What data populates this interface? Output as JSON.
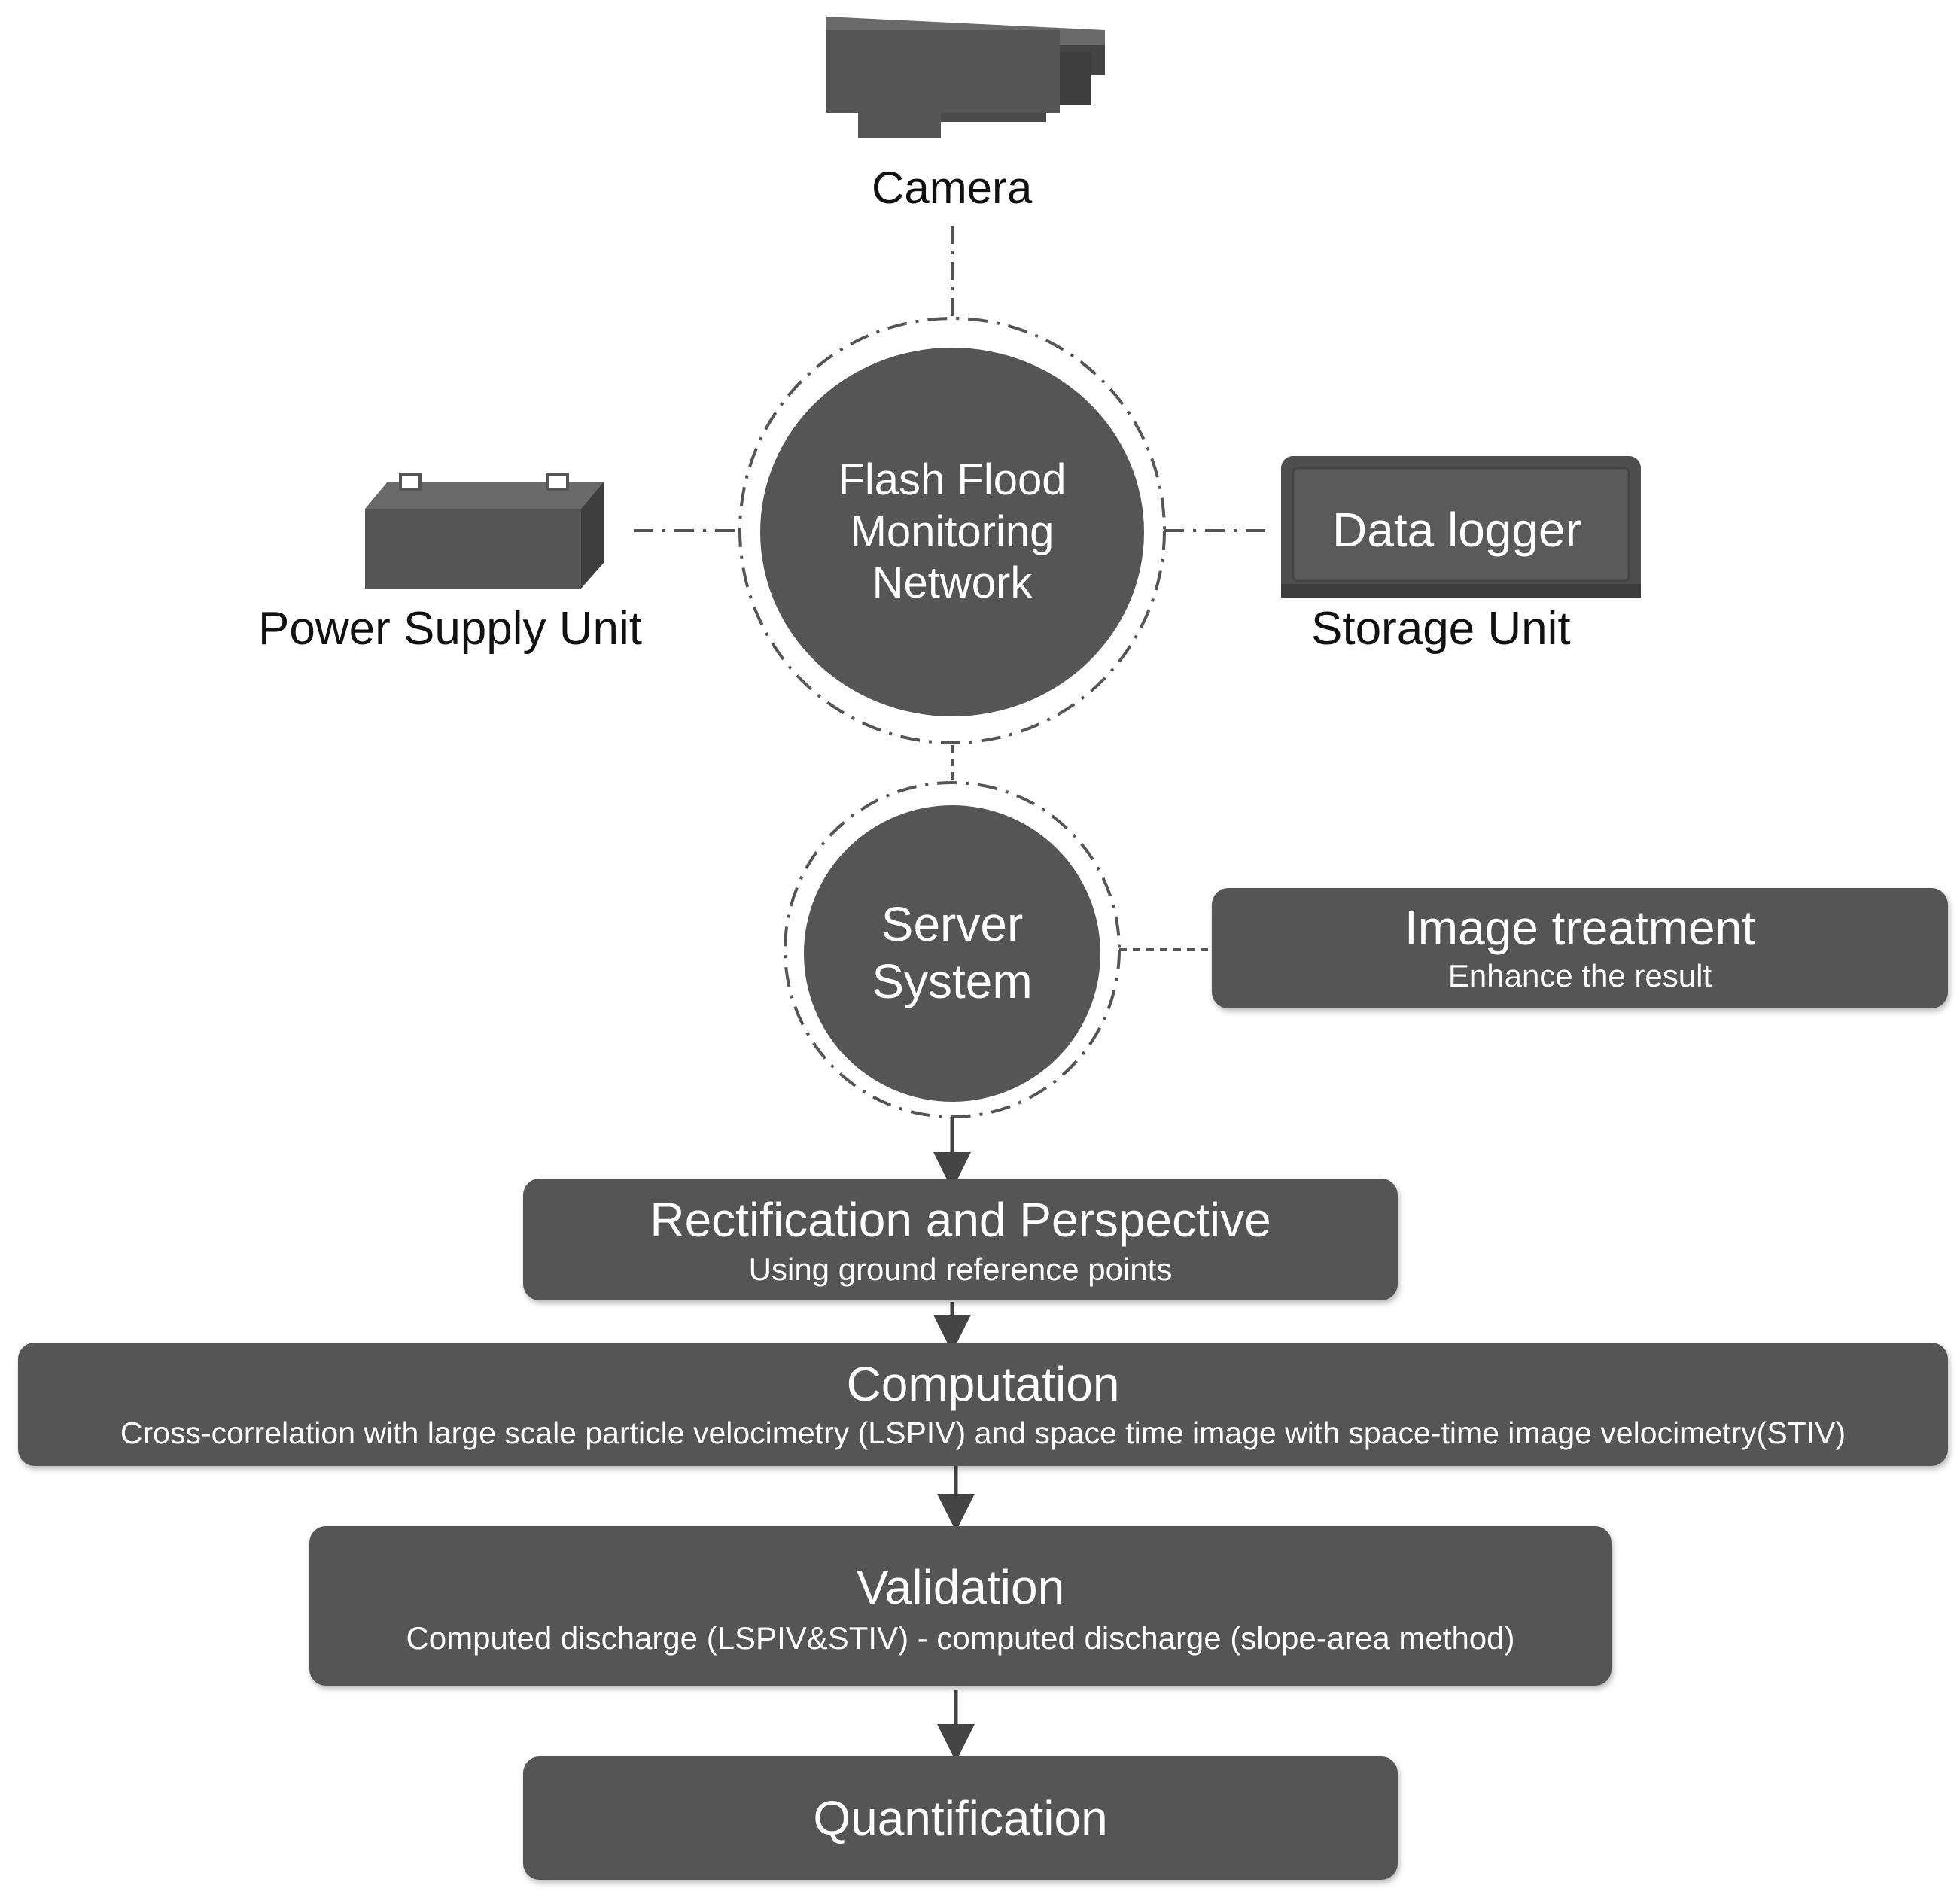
{
  "top": {
    "camera_label": "Camera",
    "power_label": "Power Supply Unit",
    "storage_label": "Storage Unit",
    "data_logger": "Data logger"
  },
  "hub": {
    "line1": "Flash Flood",
    "line2": "Monitoring",
    "line3": "Network"
  },
  "server": {
    "line1": "Server",
    "line2": "System"
  },
  "image_treatment": {
    "title": "Image treatment",
    "subtitle": "Enhance the result"
  },
  "steps": [
    {
      "title": "Rectification and Perspective",
      "subtitle": "Using ground reference points"
    },
    {
      "title": "Computation",
      "subtitle": "Cross-correlation with large scale particle velocimetry (LSPIV) and space time image with space-time image velocimetry(STIV)"
    },
    {
      "title": "Validation",
      "subtitle": "Computed discharge (LSPIV&STIV) - computed discharge (slope-area method)"
    },
    {
      "title": "Quantification",
      "subtitle": ""
    }
  ],
  "colors": {
    "box_fill": "#555555",
    "text_on_box": "#ffffff",
    "line": "#555555"
  }
}
